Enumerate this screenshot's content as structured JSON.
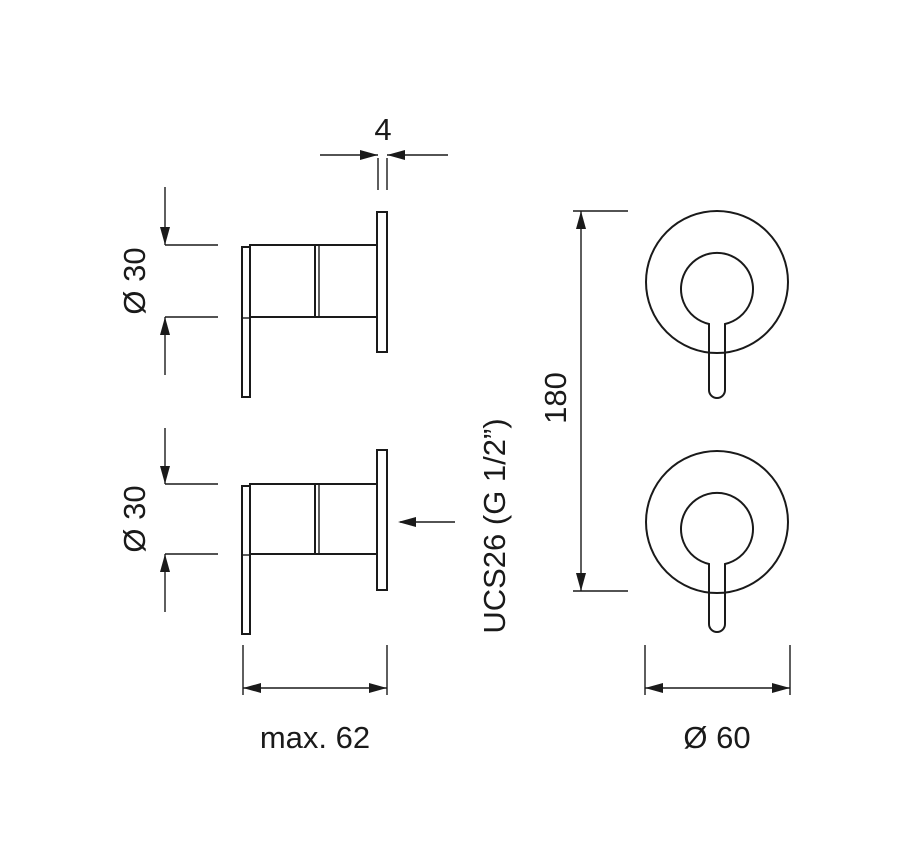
{
  "dims": {
    "flange_thickness": "4",
    "upper_diameter": "Ø 30",
    "lower_diameter": "Ø 30",
    "max_depth": "max. 62",
    "center_distance": "180",
    "plate_diameter": "Ø 60",
    "connection": "UCS26 (G 1/2”)"
  },
  "colors": {
    "line": "#1a1a1a",
    "background": "#ffffff"
  }
}
